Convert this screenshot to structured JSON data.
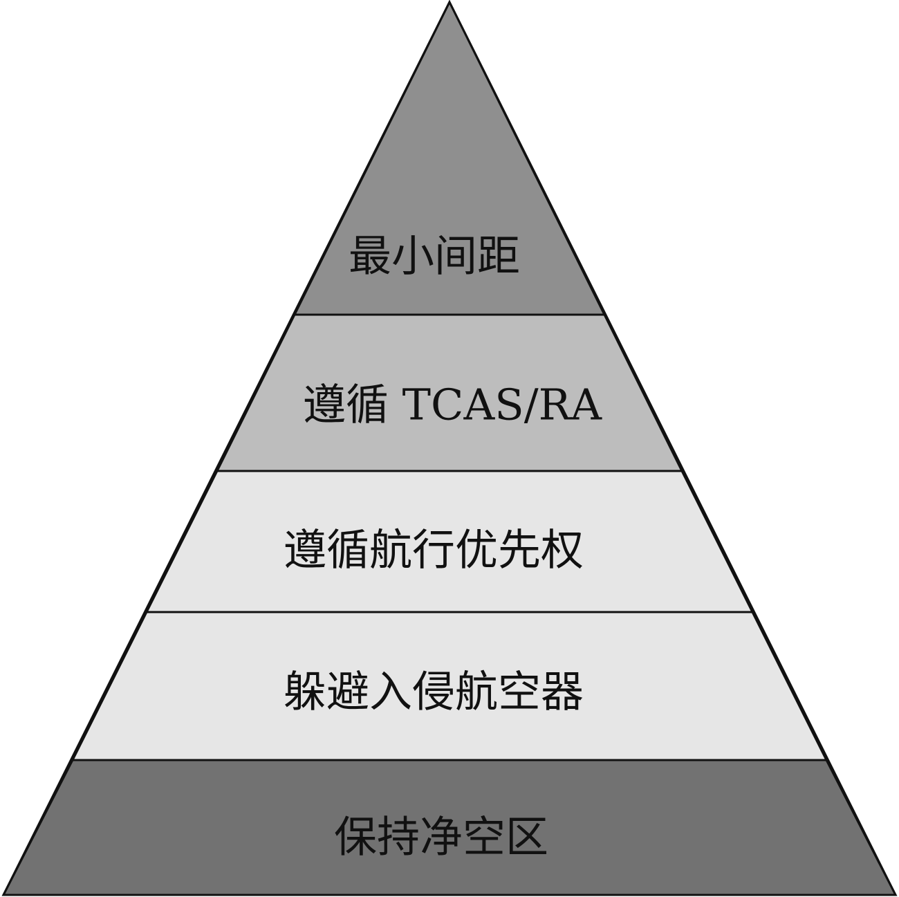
{
  "pyramid": {
    "tiers": [
      {
        "label": "最小间距",
        "color": "#8f8f8f"
      },
      {
        "label": "遵循 TCAS/RA",
        "color": "#bdbdbd"
      },
      {
        "label": "遵循航行优先权",
        "color": "#e6e6e6"
      },
      {
        "label": "躲避入侵航空器",
        "color": "#e6e6e6"
      },
      {
        "label": "保持净空区",
        "color": "#727272"
      }
    ]
  }
}
